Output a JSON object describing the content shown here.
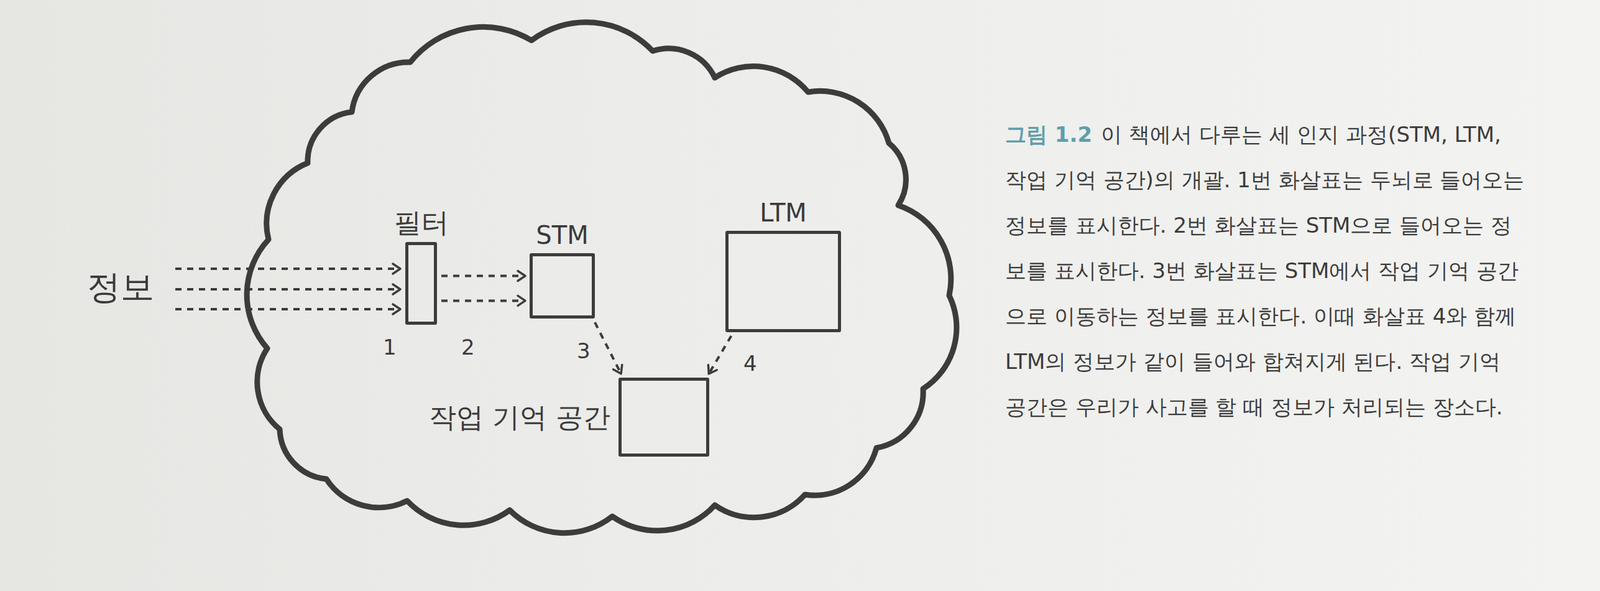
{
  "diagram": {
    "caption": "이 책에서 다루는 세 인지 과정(STM, LTM, 작업 기억 공간)의 개괄. 1번 화살표는 두뇌로 들어오는 정보를 표시한다. 2번 화살표는 STM으로 들어오는 정보를 표시한다. 3번 화살표는 STM에서 작업 기억 공간으로 이동하는 정보를 표시한다. 이때 화살표 4와 함께 LTM의 정보가 같이 들어와 합쳐지게 된다. 작업 기억 공간은 우리가 사고를 할 때 정보가 처리되는 장소다.",
    "nodes": [
      {
        "text": [
          "필터"
        ]
      },
      {
        "text": [
          "STM"
        ]
      },
      {
        "text": [
          "LTM"
        ]
      },
      {
        "text": [
          "작업 기억 공간"
        ]
      }
    ],
    "edges": [
      {
        "from": 0,
        "to": 1,
        "arrow": "to"
      },
      {
        "from": 0,
        "to": 1,
        "arrow": "to"
      },
      {
        "from": 1,
        "to": 3,
        "arrow": "to"
      },
      {
        "from": 2,
        "to": 3,
        "arrow": "to"
      }
    ],
    "labels": [
      "정보",
      "1",
      "2",
      "3",
      "4",
      "그림 1.2"
    ]
  }
}
